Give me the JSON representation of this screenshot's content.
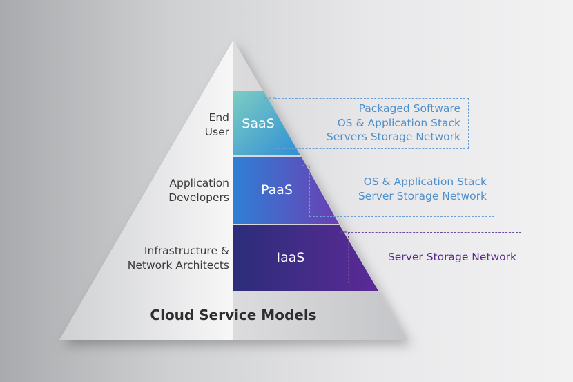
{
  "title": "Cloud Service Models",
  "roles": [
    {
      "text": "End\nUser"
    },
    {
      "text": "Application\nDevelopers"
    },
    {
      "text": "Infrastructure &\nNetwork Architects"
    }
  ],
  "layers": [
    {
      "label": "SaaS",
      "description": [
        "Packaged Software",
        "OS & Application Stack",
        "Servers Storage Network"
      ],
      "color": "#4f8fca"
    },
    {
      "label": "PaaS",
      "description": [
        "OS & Application Stack",
        "Server Storage Network"
      ],
      "color": "#4f8fca"
    },
    {
      "label": "IaaS",
      "description": [
        "Server Storage Network"
      ],
      "color": "#5a2a8a"
    }
  ],
  "colors": {
    "saas_start": "#7ccdc2",
    "saas_end": "#2f8ed6",
    "paas_start": "#2f7fd6",
    "paas_end": "#6b3fb3",
    "iaas_start": "#2c2d7a",
    "iaas_end": "#5b2a96",
    "saas_box": "#6b9fd6",
    "paas_box": "#6b9fd6",
    "iaas_box": "#6a4b9a"
  }
}
